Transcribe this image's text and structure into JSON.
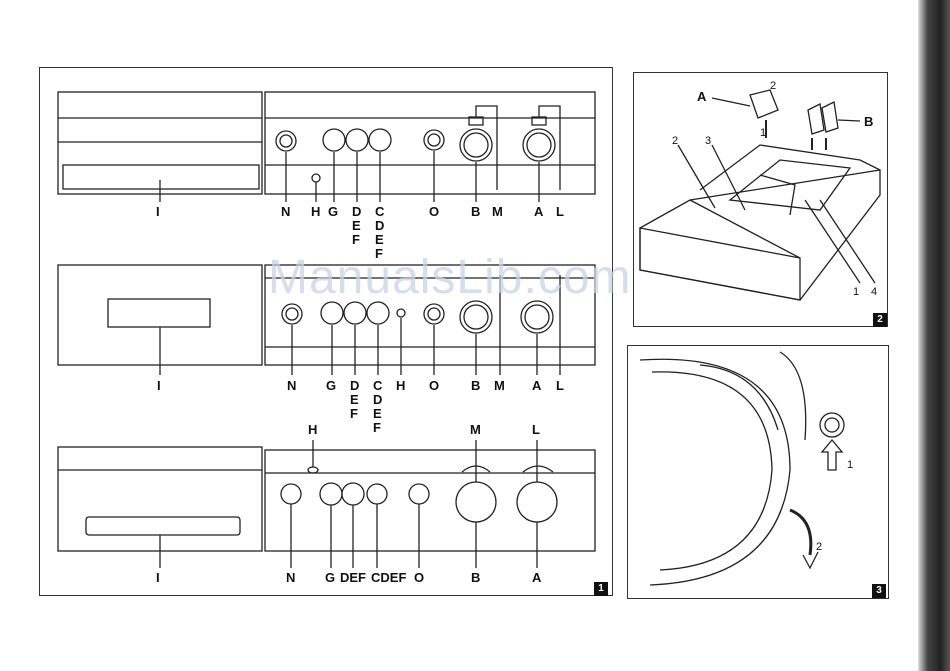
{
  "watermark": "ManualsLib.com",
  "figure1": {
    "badge": "1",
    "panel_top": {
      "labels": [
        "I",
        "N",
        "H",
        "G",
        "D",
        "E",
        "F",
        "C",
        "D",
        "E",
        "F",
        "O",
        "B",
        "M",
        "A",
        "L"
      ]
    },
    "panel_mid": {
      "labels": [
        "I",
        "N",
        "G",
        "D",
        "E",
        "F",
        "C",
        "D",
        "E",
        "F",
        "H",
        "O",
        "B",
        "M",
        "A",
        "L"
      ]
    },
    "panel_bottom": {
      "top_labels": [
        "H",
        "M",
        "L"
      ],
      "labels": [
        "I",
        "N",
        "G",
        "DEF",
        "CDEF",
        "O",
        "B",
        "A"
      ]
    }
  },
  "figure2": {
    "badge": "2",
    "labels": [
      "A",
      "B",
      "2",
      "3",
      "1",
      "4",
      "1",
      "2"
    ]
  },
  "figure3": {
    "badge": "3",
    "labels": [
      "1",
      "2"
    ]
  },
  "colors": {
    "line": "#222222",
    "watermark": "#c9d3e6"
  }
}
